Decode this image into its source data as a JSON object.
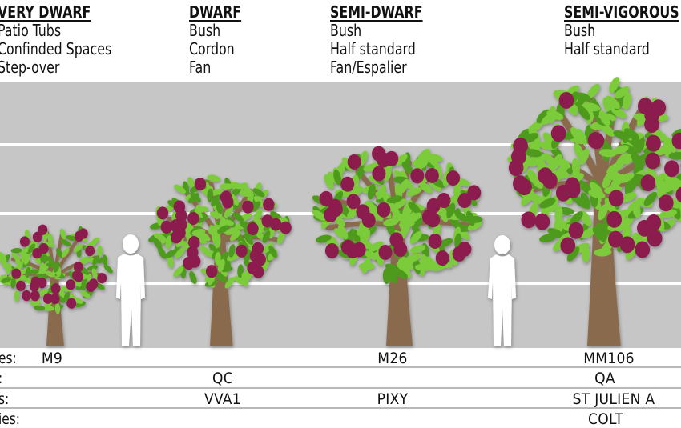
{
  "columns": [
    {
      "title": "VERY DWARF",
      "forms": [
        "Patio Tubs",
        "Confinded Spaces",
        "Step-over"
      ]
    },
    {
      "title": "DWARF",
      "forms": [
        "Bush",
        "Cordon",
        "Fan"
      ]
    },
    {
      "title": "SEMI-DWARF",
      "forms": [
        "Bush",
        "Half standard",
        "Fan/Espalier"
      ]
    },
    {
      "title": "SEMI-VIGOROUS",
      "forms": [
        "Bush",
        "Half standard"
      ]
    }
  ],
  "rows": [
    {
      "label": "es:",
      "cells": [
        "M9",
        "",
        "M26",
        "MM106"
      ]
    },
    {
      "label": ":",
      "cells": [
        "",
        "QC",
        "",
        "QA"
      ]
    },
    {
      "label": "s:",
      "cells": [
        "",
        "VVA1",
        "PIXY",
        "ST JULIEN A"
      ]
    },
    {
      "label": "ies:",
      "cells": [
        "",
        "",
        "",
        "COLT"
      ]
    }
  ],
  "colors": {
    "band": "#c6c6c6",
    "trunk": "#8a6a4e",
    "leaf": "#7ccb3a",
    "leaf_dark": "#4e9a1f",
    "fruit": "#8b1e4e",
    "person": "#ffffff"
  },
  "icons": [
    "fruit-tree-icon",
    "person-silhouette-icon"
  ]
}
